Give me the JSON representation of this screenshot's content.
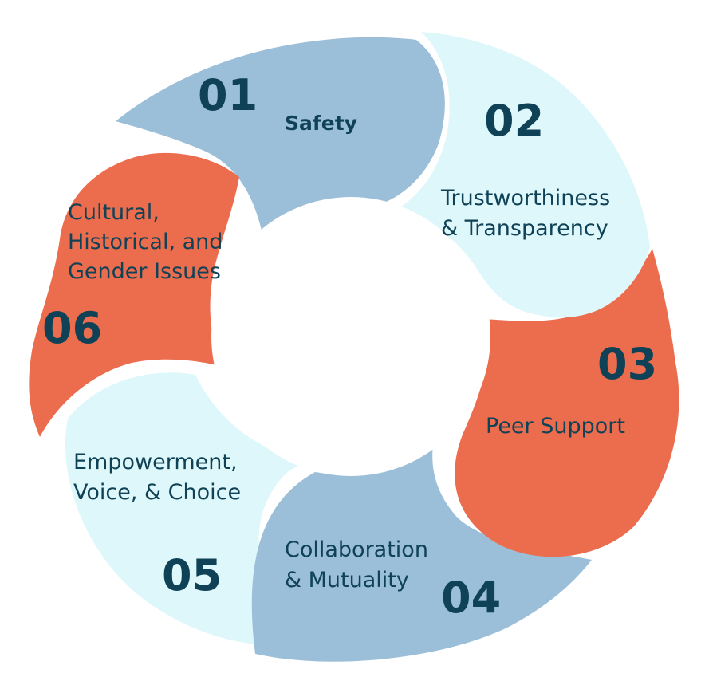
{
  "colors": {
    "blue": "#9cbfd9",
    "light": "#def7fa",
    "coral": "#ec6c4e",
    "text": "#0f4256",
    "background": "#ffffff"
  },
  "segments": [
    {
      "number": "01",
      "label_lines": [
        "Safety"
      ],
      "color": "blue"
    },
    {
      "number": "02",
      "label_lines": [
        "Trustworthiness",
        "& Transparency"
      ],
      "color": "light"
    },
    {
      "number": "03",
      "label_lines": [
        "Peer Support"
      ],
      "color": "coral"
    },
    {
      "number": "04",
      "label_lines": [
        "Collaboration",
        "& Mutuality"
      ],
      "color": "blue"
    },
    {
      "number": "05",
      "label_lines": [
        "Empowerment,",
        "Voice, & Choice"
      ],
      "color": "light"
    },
    {
      "number": "06",
      "label_lines": [
        "Cultural,",
        "Historical, and",
        "Gender Issues"
      ],
      "color": "coral"
    }
  ]
}
